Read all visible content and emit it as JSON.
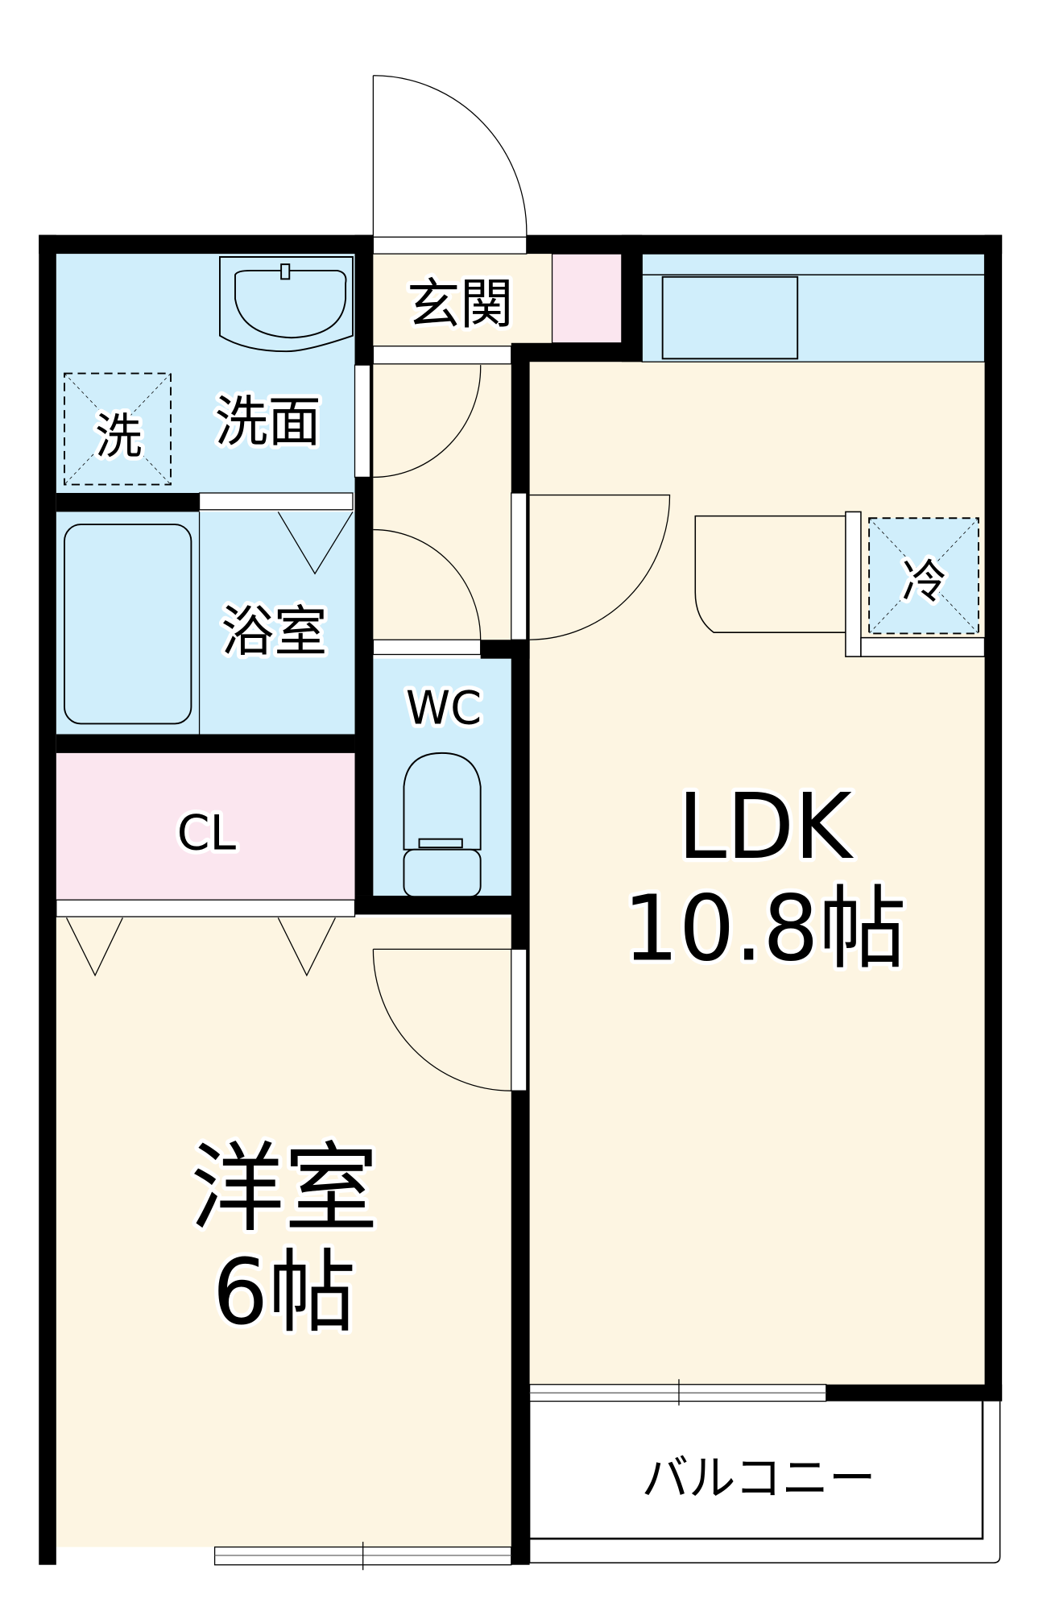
{
  "floorplan": {
    "colors": {
      "wall": "#000000",
      "wet_area": "#d0eefb",
      "living_floor": "#fdf5e2",
      "closet": "#fbe6ef",
      "outdoor": "#ffffff"
    },
    "rooms": {
      "entrance": {
        "label": "玄関"
      },
      "washroom": {
        "label": "洗面"
      },
      "washing_machine": {
        "label": "洗"
      },
      "bathroom": {
        "label": "浴室"
      },
      "toilet": {
        "label": "WC"
      },
      "closet": {
        "label": "CL"
      },
      "western_room": {
        "label": "洋室",
        "size": "6帖"
      },
      "ldk": {
        "label": "LDK",
        "size": "10.8帖"
      },
      "refrigerator": {
        "label": "冷"
      },
      "balcony": {
        "label": "バルコニー"
      }
    }
  }
}
